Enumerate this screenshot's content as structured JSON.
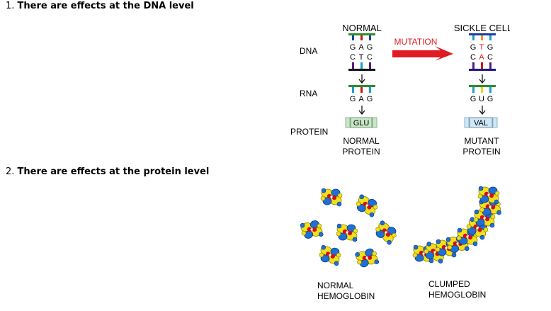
{
  "items": [
    {
      "number": "1.",
      "text": "There are effects at the DNA level"
    },
    {
      "number": "2.",
      "text": "There are effects at the protein level"
    }
  ],
  "dna_figure": {
    "row_labels": {
      "dna": "DNA",
      "rna": "RNA",
      "protein": "PROTEIN"
    },
    "normal": {
      "title": "NORMAL",
      "dna_top": [
        "G",
        "A",
        "G"
      ],
      "dna_bottom": [
        "C",
        "T",
        "C"
      ],
      "rna": [
        "G",
        "A",
        "G"
      ],
      "amino_acid": "GLU",
      "caption_line1": "NORMAL",
      "caption_line2": "PROTEIN"
    },
    "mutation_label": "MUTATION",
    "mutant": {
      "title": "SICKLE CELL",
      "dna_top": [
        "G",
        "T",
        "G"
      ],
      "dna_bottom": [
        "C",
        "A",
        "C"
      ],
      "rna": [
        "G",
        "U",
        "G"
      ],
      "amino_acid": "VAL",
      "caption_line1": "MUTANT",
      "caption_line2": "PROTEIN"
    },
    "colors": {
      "mutation": "#e01b24",
      "green_bar": "#2e8b2e",
      "blue_bar": "#1a3fa0",
      "purple_bar": "#5a1a8a",
      "highlight": "#e01b24",
      "amino_box": "#c8e6c9",
      "amino_box_mutant": "#cfe8f7"
    }
  },
  "hemoglobin_figure": {
    "normal_caption_line1": "NORMAL",
    "normal_caption_line2": "HEMOGLOBIN",
    "clumped_caption_line1": "CLUMPED",
    "clumped_caption_line2": "HEMOGLOBIN",
    "colors": {
      "yellow": "#f2e01a",
      "blue": "#1e6fd6",
      "red": "#d0101a"
    }
  }
}
